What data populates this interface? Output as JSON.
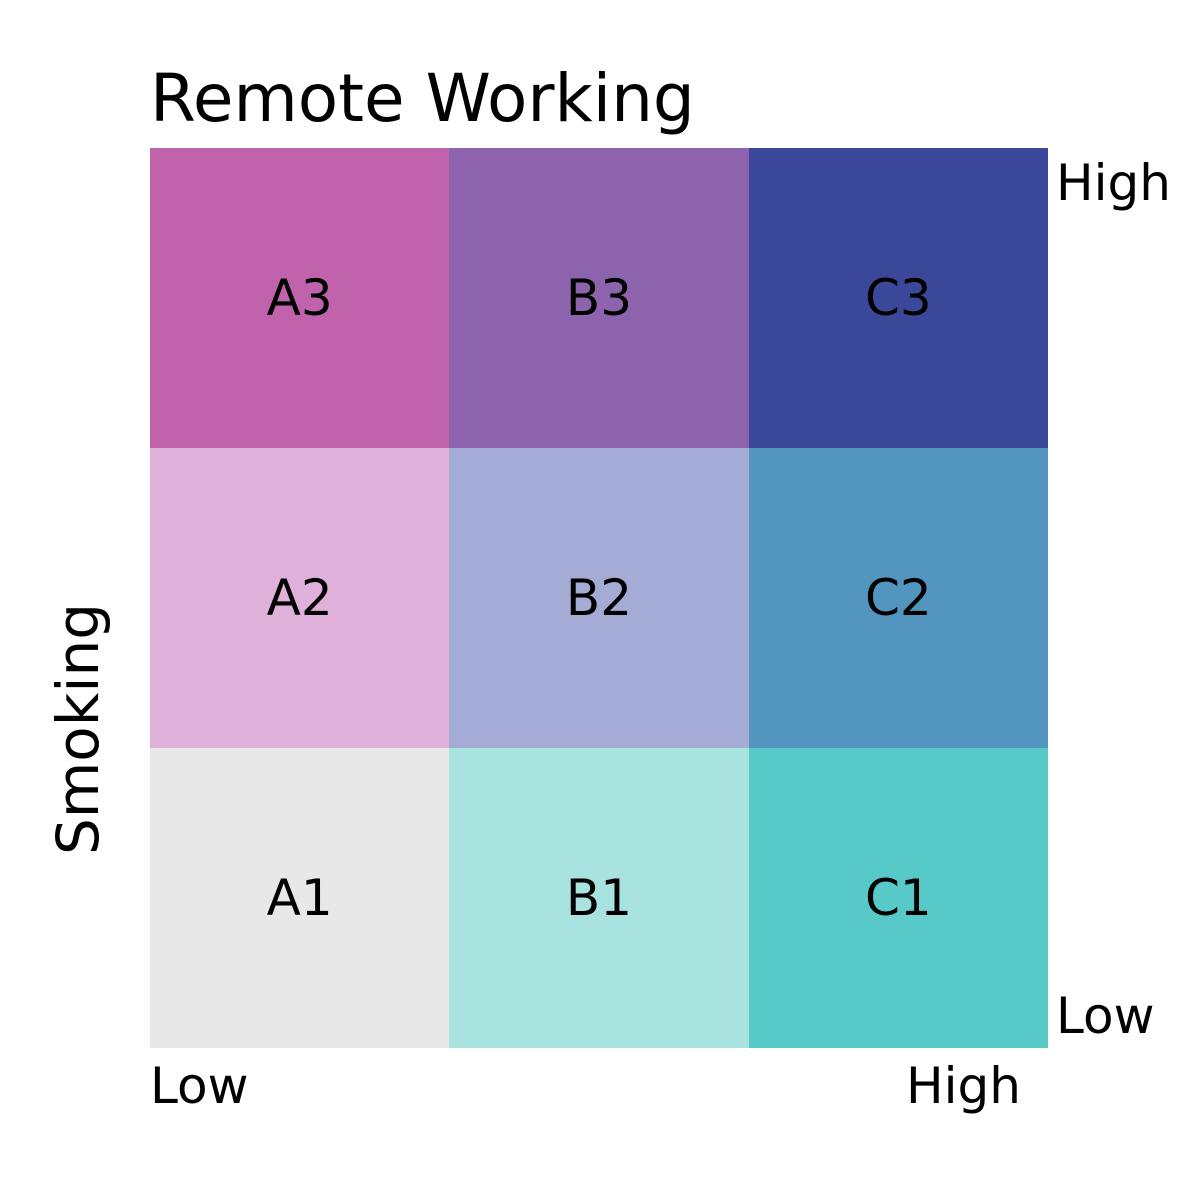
{
  "chart_data": {
    "type": "heatmap",
    "title": "Remote Working",
    "xlabel": "Remote Working",
    "ylabel": "Smoking",
    "grid": false,
    "legend": "none",
    "x_tick_labels": [
      "Low",
      "High"
    ],
    "y_tick_labels": [
      "Low",
      "High"
    ],
    "columns": [
      "A",
      "B",
      "C"
    ],
    "rows": [
      "1",
      "2",
      "3"
    ],
    "cells": [
      [
        {
          "label": "A3",
          "color": "#c162ad",
          "row": 3,
          "col": "A",
          "x_level": "Low",
          "y_level": "High"
        },
        {
          "label": "B3",
          "color": "#8c63ac",
          "row": 3,
          "col": "B",
          "x_level": "Medium",
          "y_level": "High"
        },
        {
          "label": "C3",
          "color": "#3b4899",
          "row": 3,
          "col": "C",
          "x_level": "High",
          "y_level": "High"
        }
      ],
      [
        {
          "label": "A2",
          "color": "#dfb0da",
          "row": 2,
          "col": "A",
          "x_level": "Low",
          "y_level": "Medium"
        },
        {
          "label": "B2",
          "color": "#a4acd6",
          "row": 2,
          "col": "B",
          "x_level": "Medium",
          "y_level": "Medium"
        },
        {
          "label": "C2",
          "color": "#5295bf",
          "row": 2,
          "col": "C",
          "x_level": "High",
          "y_level": "Medium"
        }
      ],
      [
        {
          "label": "A1",
          "color": "#e8e8e8",
          "row": 1,
          "col": "A",
          "x_level": "Low",
          "y_level": "Low"
        },
        {
          "label": "B1",
          "color": "#a9e3e0",
          "row": 1,
          "col": "B",
          "x_level": "Medium",
          "y_level": "Low"
        },
        {
          "label": "C1",
          "color": "#57c9c8",
          "row": 1,
          "col": "C",
          "x_level": "High",
          "y_level": "Low"
        }
      ]
    ]
  },
  "axes": {
    "x_title": "Remote Working",
    "x_min_label": "Low",
    "x_max_label": "High",
    "y_title": "Smoking",
    "y_min_label": "Low",
    "y_max_label": "High"
  },
  "colors": {
    "background": "#ffffff",
    "text": "#000000"
  }
}
